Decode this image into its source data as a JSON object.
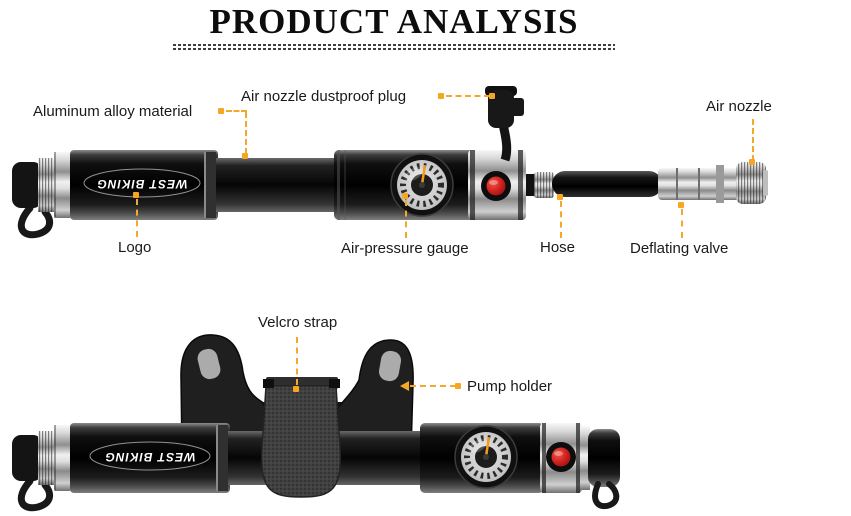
{
  "title": "PRODUCT ANALYSIS",
  "product": {
    "brand": "WEST BIKING"
  },
  "colors": {
    "accent_orange": "#F5A623",
    "label_text": "#1A1A1A",
    "title_text": "#0D0D0D",
    "button_red": "#C81E1E",
    "background": "#FFFFFF"
  },
  "top_diagram": {
    "labels": [
      {
        "id": "aluminum-alloy-material",
        "text": "Aluminum alloy material"
      },
      {
        "id": "air-nozzle-dustproof-plug",
        "text": "Air nozzle dustproof plug"
      },
      {
        "id": "air-nozzle",
        "text": "Air nozzle"
      },
      {
        "id": "logo",
        "text": "Logo"
      },
      {
        "id": "air-pressure-gauge",
        "text": "Air-pressure gauge"
      },
      {
        "id": "hose",
        "text": "Hose"
      },
      {
        "id": "deflating-valve",
        "text": "Deflating valve"
      }
    ]
  },
  "bottom_diagram": {
    "labels": [
      {
        "id": "velcro-strap",
        "text": "Velcro strap"
      },
      {
        "id": "pump-holder",
        "text": "Pump holder"
      }
    ]
  }
}
